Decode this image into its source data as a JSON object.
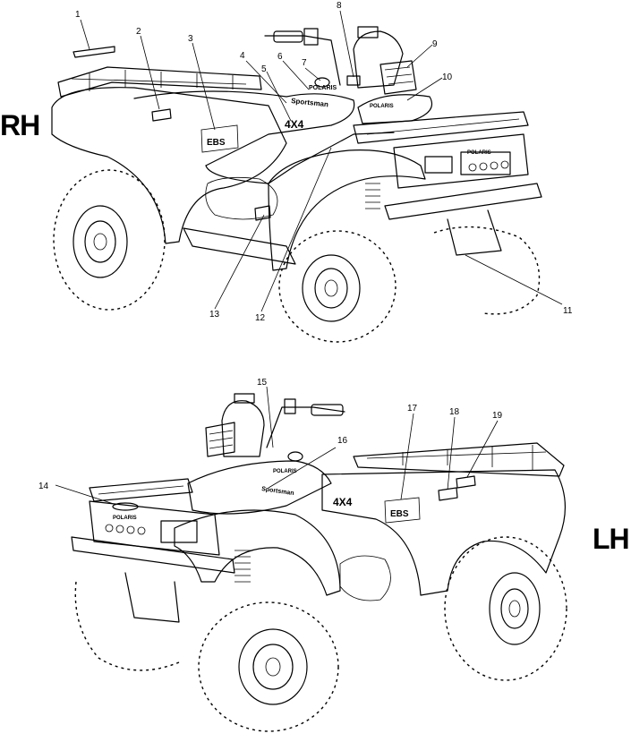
{
  "side_labels": {
    "right": "RH",
    "left": "LH"
  },
  "decal_text": {
    "brand": "POLARIS",
    "model": "Sportsman",
    "drive": "4X4",
    "system": "EBS"
  },
  "callouts": [
    {
      "n": "1"
    },
    {
      "n": "2"
    },
    {
      "n": "3"
    },
    {
      "n": "4"
    },
    {
      "n": "5"
    },
    {
      "n": "6"
    },
    {
      "n": "7"
    },
    {
      "n": "8"
    },
    {
      "n": "9"
    },
    {
      "n": "10"
    },
    {
      "n": "11"
    },
    {
      "n": "12"
    },
    {
      "n": "13"
    },
    {
      "n": "14"
    },
    {
      "n": "15"
    },
    {
      "n": "16"
    },
    {
      "n": "17"
    },
    {
      "n": "18"
    },
    {
      "n": "19"
    }
  ]
}
